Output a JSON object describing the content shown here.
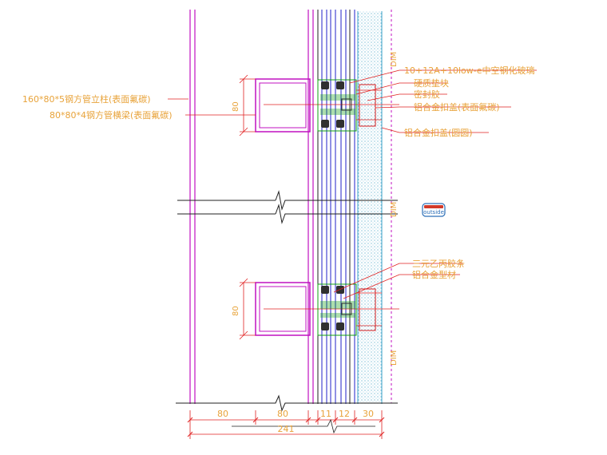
{
  "labels": {
    "glass": "10+12A+10low-e中空钢化玻璃",
    "hard_block": "硬质垫块",
    "sealant": "密封胶",
    "cover_cap_surface": "铝合金扣盖(表面氟碳)",
    "cover_cap_arc": "铝合金扣盖(圆圆)",
    "mullion": "160*80*5钢方管立柱(表面氟碳)",
    "transom": "80*80*4钢方管横梁(表面氟碳)",
    "epdm": "三元乙丙胶条",
    "alu_profile": "铝合金型材"
  },
  "dims": {
    "d80a": "80",
    "d80b": "80",
    "d11": "11",
    "d12": "12",
    "d30": "30",
    "total": "241",
    "dim_v1": "DIM",
    "dim_v2": "DIM",
    "dim_v3": "DIM",
    "tube_h1": "80",
    "tube_h2": "80"
  },
  "badge": "outside",
  "colors": {
    "magenta": "#c010c0",
    "blue": "#2020c8",
    "red": "#e02020",
    "green": "#10a010",
    "orange": "#e8a33a",
    "cyan": "#40a0d0",
    "grey": "#808080",
    "black": "#202020"
  }
}
